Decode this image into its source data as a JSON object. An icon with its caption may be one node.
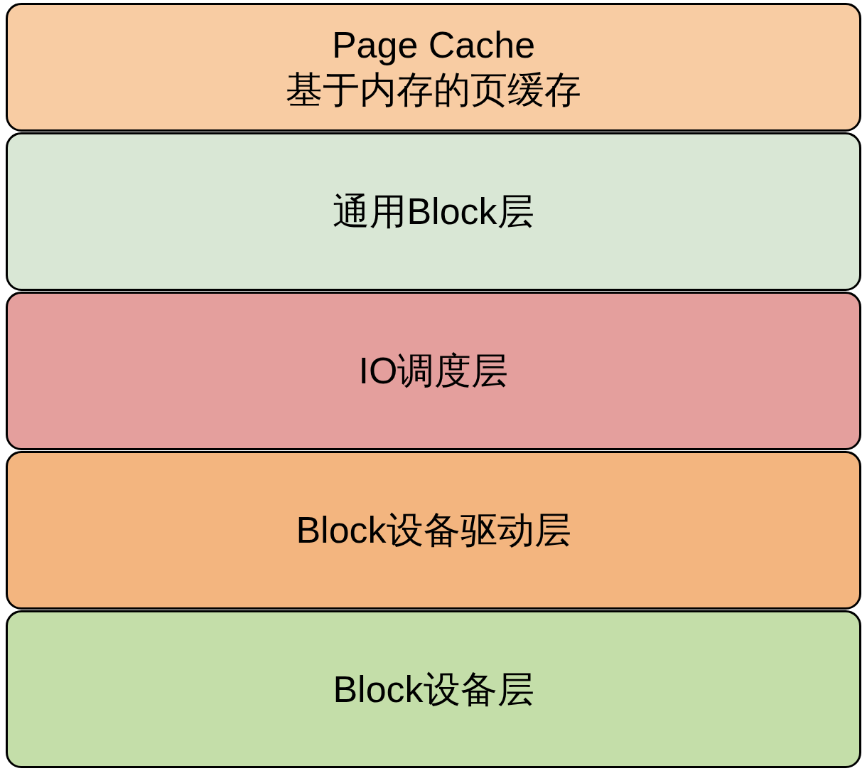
{
  "diagram": {
    "nodes": [
      {
        "text": [
          "Page Cache",
          "基于内存的页缓存"
        ]
      },
      {
        "text": [
          "通用Block层"
        ]
      },
      {
        "text": [
          "IO调度层"
        ]
      },
      {
        "text": [
          "Block设备驱动层"
        ]
      },
      {
        "text": [
          "Block设备层"
        ]
      }
    ]
  }
}
